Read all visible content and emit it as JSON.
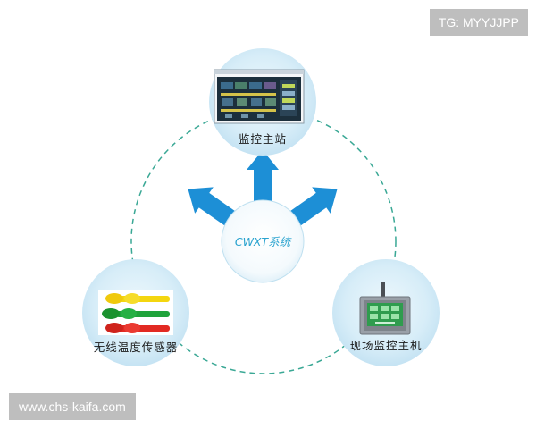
{
  "center": {
    "label": "CWXT系统"
  },
  "nodes": {
    "top": {
      "label": "监控主站",
      "image": "monitoring-software-screenshot"
    },
    "left": {
      "label": "无线温度传感器",
      "image": "colored-cable-sensors"
    },
    "right": {
      "label": "现场监控主机",
      "image": "monitoring-host-device"
    }
  },
  "watermarks": {
    "top_right": "TG: MYYJJPP",
    "bottom_left": "www.chs-kaifa.com"
  },
  "colors": {
    "arrow": "#1d8fd6",
    "circle_fill": "#d9eef8",
    "dashed_ring": "#3aa895",
    "center_text": "#2aa3cf",
    "cable_yellow": "#f4d60f",
    "cable_green": "#1fa33b",
    "cable_red": "#e22a22",
    "device_body": "#9aa0a8",
    "device_screen": "#2f9c4e"
  }
}
